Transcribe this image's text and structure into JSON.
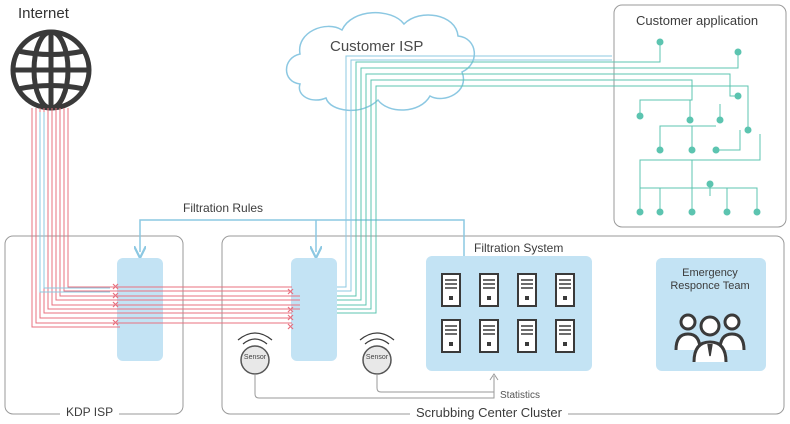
{
  "labels": {
    "internet": "Internet",
    "customer_isp": "Customer ISP",
    "customer_application": "Customer application",
    "filtration_rules": "Filtration Rules",
    "filtration_system": "Filtration System",
    "emergency_team": "Emergency Responce Team",
    "kdp_isp": "KDP ISP",
    "scrubbing_center": "Scrubbing Center Cluster",
    "statistics": "Statistics",
    "sensor": "Sensor"
  },
  "colors": {
    "attack_traffic": "#e8707f",
    "clean_traffic": "#5cc4b0",
    "isp_traffic": "#8cc8e2",
    "filter_box": "#c3e3f4",
    "border": "#9a9a9a",
    "icon_dark": "#3a3a3a"
  },
  "icons": {
    "internet": "globe-icon",
    "server": "server-icon",
    "team": "people-group-icon",
    "sensor": "sensor-wifi-icon",
    "cloud": "cloud-icon"
  }
}
